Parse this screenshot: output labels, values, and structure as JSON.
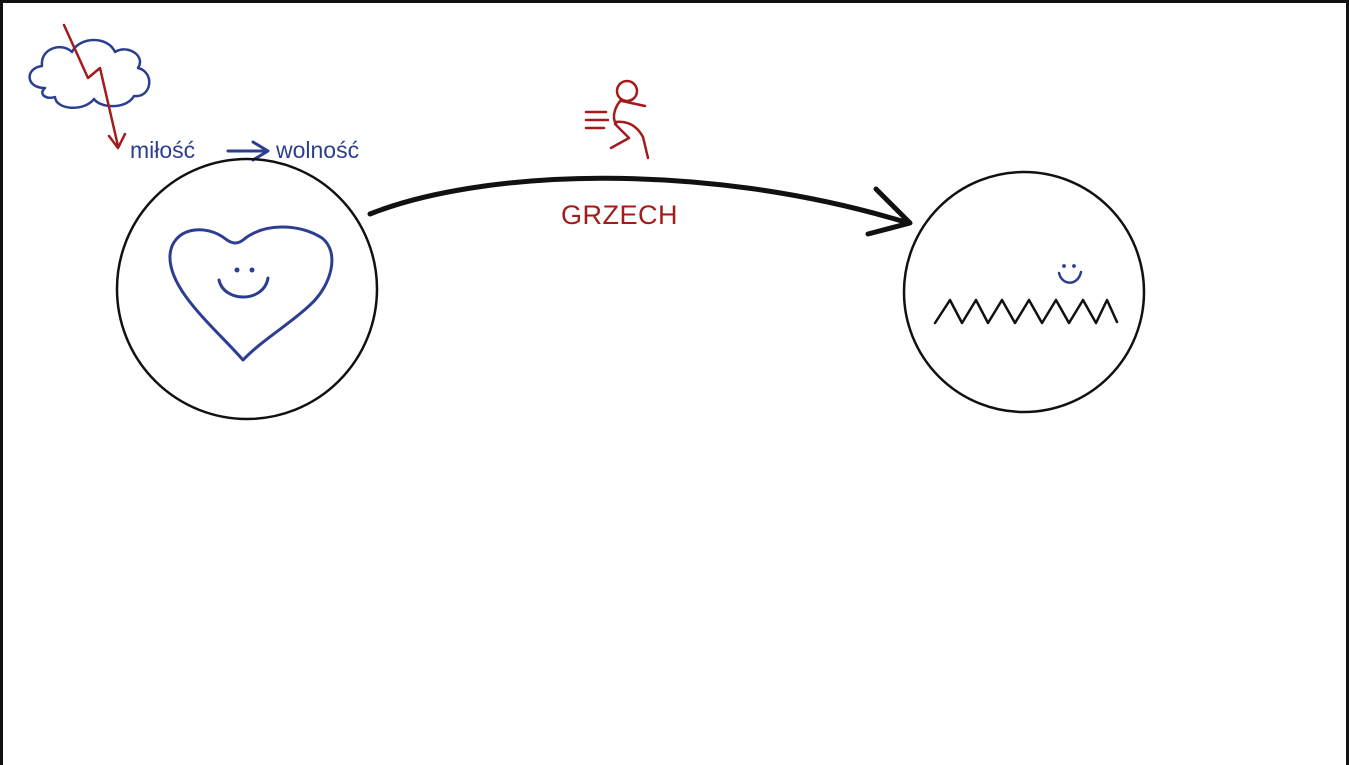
{
  "labels": {
    "love": "miłość",
    "freedom": "wolność",
    "sin": "GRZECH"
  },
  "icons": [
    "cloud-icon",
    "lightning-icon",
    "heart-icon",
    "running-figure-icon",
    "arrow-right-icon",
    "zigzag-icon",
    "smile-icon"
  ],
  "colors": {
    "ink_blue": "#2c3e91",
    "ink_red": "#a31b1b",
    "ink_black": "#111111"
  }
}
